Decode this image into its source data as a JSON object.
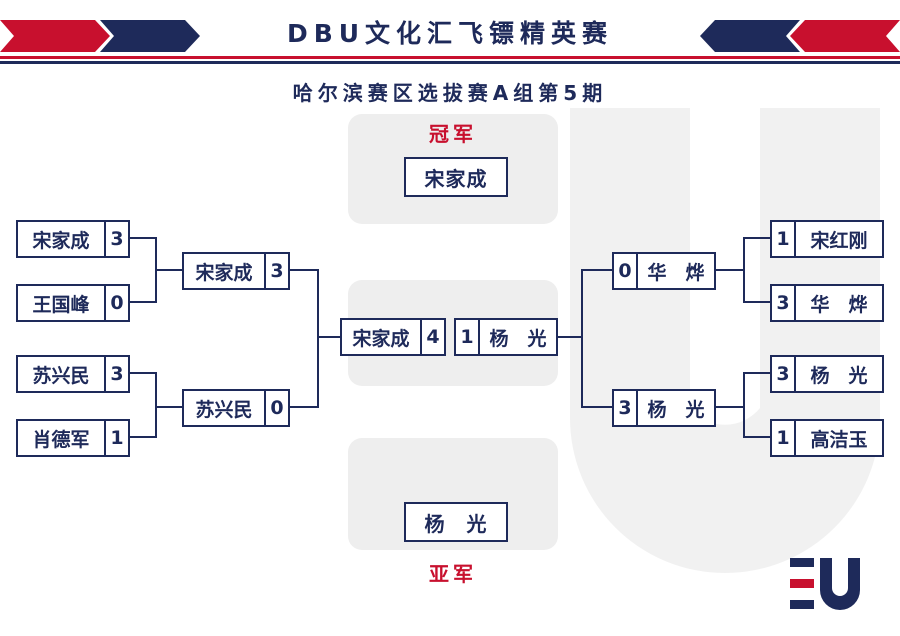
{
  "header": {
    "title": "DBU文化汇飞镖精英赛",
    "subtitle": "哈尔滨赛区选拔赛A组第5期"
  },
  "colors": {
    "navy": "#1e2a5a",
    "red": "#c8102e",
    "panel": "#eeeeee"
  },
  "champion": {
    "label": "冠军",
    "name": "宋家成"
  },
  "runner_up": {
    "label": "亚军",
    "name": "杨　光"
  },
  "left": {
    "round1": [
      {
        "name": "宋家成",
        "score": "3"
      },
      {
        "name": "王国峰",
        "score": "0"
      },
      {
        "name": "苏兴民",
        "score": "3"
      },
      {
        "name": "肖德军",
        "score": "1"
      }
    ],
    "semis": [
      {
        "name": "宋家成",
        "score": "3"
      },
      {
        "name": "苏兴民",
        "score": "0"
      }
    ]
  },
  "right": {
    "round1": [
      {
        "name": "宋红刚",
        "score": "1"
      },
      {
        "name": "华　烨",
        "score": "3"
      },
      {
        "name": "杨　光",
        "score": "3"
      },
      {
        "name": "高洁玉",
        "score": "1"
      }
    ],
    "semis": [
      {
        "name": "华　烨",
        "score": "0"
      },
      {
        "name": "杨　光",
        "score": "3"
      }
    ]
  },
  "final": {
    "left": {
      "name": "宋家成",
      "score": "4"
    },
    "right": {
      "name": "杨　光",
      "score": "1"
    }
  },
  "logo": {
    "icon": "eu-logo-icon"
  }
}
